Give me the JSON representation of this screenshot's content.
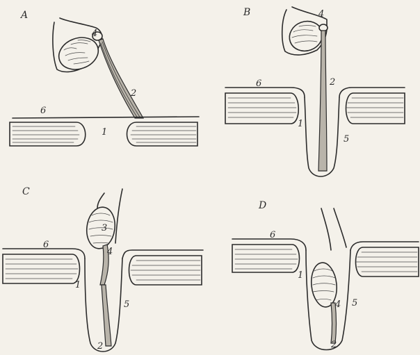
{
  "panels": [
    {
      "id": "A",
      "letter": "A",
      "labels": {
        "n1": "1",
        "n2": "2",
        "n4": "4",
        "n6": "6"
      }
    },
    {
      "id": "B",
      "letter": "B",
      "labels": {
        "n1": "1",
        "n2": "2",
        "n4": "4",
        "n5": "5",
        "n6": "6"
      }
    },
    {
      "id": "C",
      "letter": "C",
      "labels": {
        "n1": "1",
        "n2": "2",
        "n3": "3",
        "n4": "4",
        "n5": "5",
        "n6": "6"
      }
    },
    {
      "id": "D",
      "letter": "D",
      "labels": {
        "n1": "1",
        "n2": "2",
        "n4": "4",
        "n5": "5",
        "n6": "6"
      }
    }
  ]
}
